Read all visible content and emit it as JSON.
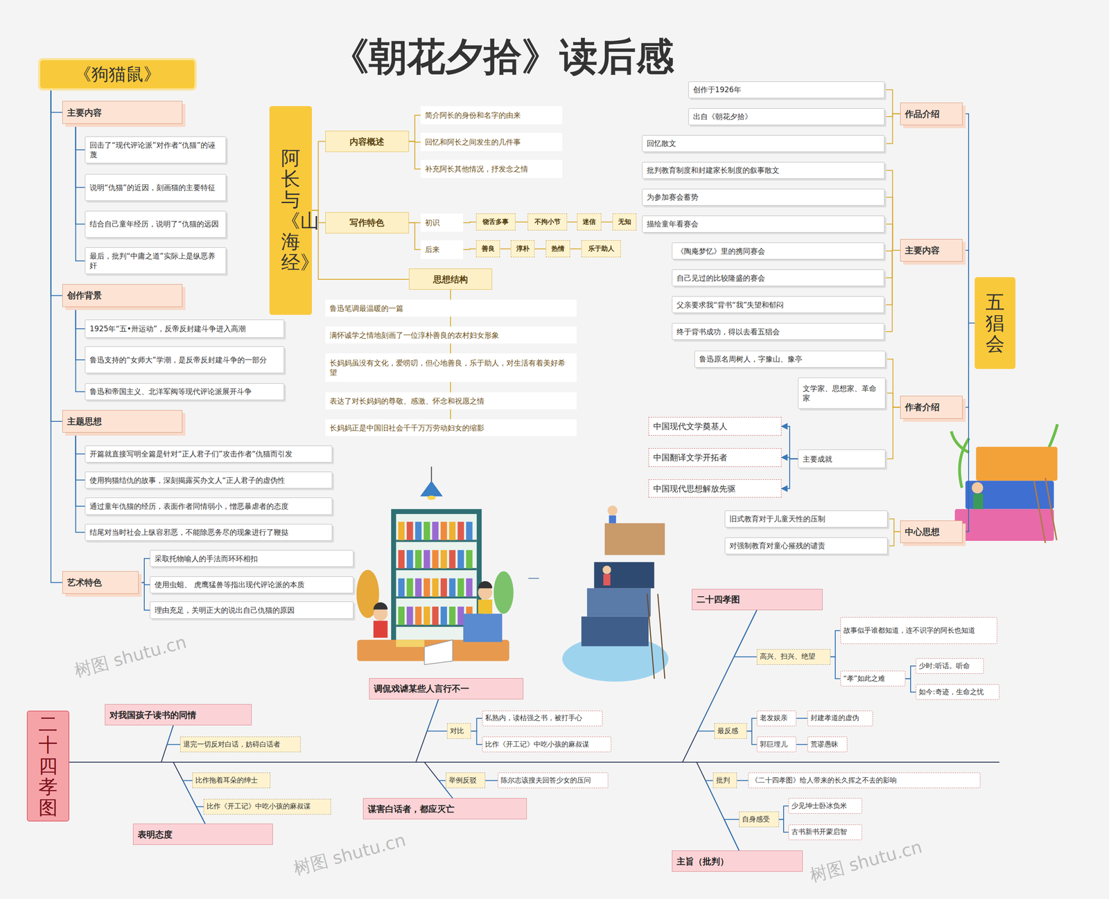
{
  "diagram": {
    "title": "《朝花夕拾》读后感",
    "nodes": [
      {
        "text": [
          "《狗猫鼠》"
        ]
      },
      {
        "text": [
          "主要内容"
        ]
      },
      {
        "text": [
          "回击了“现代评论派”对作者“仇猫”的诬蔑"
        ]
      },
      {
        "text": [
          "说明“仇猫”的近因，刻画猫的主要特征"
        ]
      },
      {
        "text": [
          "结合自己童年经历，说明了“仇猫的远因"
        ]
      },
      {
        "text": [
          "最后，批判“中庸之道”实际上是纵恶养奸"
        ]
      },
      {
        "text": [
          "创作背景"
        ]
      },
      {
        "text": [
          "1925年“五•卅运动”，反帝反封建斗争进入高潮"
        ]
      },
      {
        "text": [
          "鲁迅支持的“女师大”学潮，是反帝反封建斗争的一部分"
        ]
      },
      {
        "text": [
          "鲁迅和帝国主义、北洋军阀等现代评论派展开斗争"
        ]
      },
      {
        "text": [
          "主题思想"
        ]
      },
      {
        "text": [
          "开篇就直接写明全篇是针对“正人君子们”攻击作者“仇猫而引发"
        ]
      },
      {
        "text": [
          "使用狗猫结仇的故事，深刻揭露买办文人“正人君子的虚伪性"
        ]
      },
      {
        "text": [
          "通过童年仇猫的经历，表面作者同情弱小，憎恶暴虐者的态度"
        ]
      },
      {
        "text": [
          "结尾对当时社会上纵容邪恶，不能除恶务尽的现象进行了鞭挞"
        ]
      },
      {
        "text": [
          "艺术特色"
        ]
      },
      {
        "text": [
          "采取托物喻人的手法而环环相扣"
        ]
      },
      {
        "text": [
          "使用虫蛆、 虎鹰猛兽等指出现代评论派的本质"
        ]
      },
      {
        "text": [
          "理由充足，关明正大的说出自己仇猫的原因"
        ]
      },
      {
        "text": [
          "阿长与《山海经》"
        ]
      },
      {
        "text": [
          "内容概述"
        ]
      },
      {
        "text": [
          "简介阿长的身份和名字的由来"
        ]
      },
      {
        "text": [
          "回忆和阿长之间发生的几件事"
        ]
      },
      {
        "text": [
          "补充阿长其他情况，抒发念之情"
        ]
      },
      {
        "text": [
          "写作特色"
        ]
      },
      {
        "text": [
          "初识"
        ]
      },
      {
        "text": [
          "饶舌多事"
        ]
      },
      {
        "text": [
          "不拘小节"
        ]
      },
      {
        "text": [
          "迷信"
        ]
      },
      {
        "text": [
          "无知"
        ]
      },
      {
        "text": [
          "后来"
        ]
      },
      {
        "text": [
          "善良"
        ]
      },
      {
        "text": [
          "淳朴"
        ]
      },
      {
        "text": [
          "热情"
        ]
      },
      {
        "text": [
          "乐于助人"
        ]
      },
      {
        "text": [
          "思想结构"
        ]
      },
      {
        "text": [
          "鲁迅笔调最温暖的一篇"
        ]
      },
      {
        "text": [
          "满怀诚学之情地刻画了一位淳朴善良的农村妇女形象"
        ]
      },
      {
        "text": [
          "长妈妈虽没有文化，爱唠叨，但心地善良，乐于助人，对生活有着美好希望"
        ]
      },
      {
        "text": [
          "表达了对长妈妈的尊敬、感激、怀念和祝愿之情"
        ]
      },
      {
        "text": [
          "长妈妈正是中国旧社会千千万万劳动妇女的缩影"
        ]
      },
      {
        "text": [
          "五猖会"
        ]
      },
      {
        "text": [
          "作品介绍"
        ]
      },
      {
        "text": [
          "创作于1926年"
        ]
      },
      {
        "text": [
          "出自《朝花夕拾》"
        ]
      },
      {
        "text": [
          "回忆散文"
        ]
      },
      {
        "text": [
          "主要内容"
        ]
      },
      {
        "text": [
          "批判教育制度和封建家长制度的叙事散文"
        ]
      },
      {
        "text": [
          "为参加赛会蓄势"
        ]
      },
      {
        "text": [
          "描绘童年看赛会"
        ]
      },
      {
        "text": [
          "《陶庵梦忆》里的携同赛会"
        ]
      },
      {
        "text": [
          "自己见过的比较隆盛的赛会"
        ]
      },
      {
        "text": [
          "父亲要求我“背书“我”失望和郁闷"
        ]
      },
      {
        "text": [
          "终于背书成功，得以去看五猖会"
        ]
      },
      {
        "text": [
          "作者介绍"
        ]
      },
      {
        "text": [
          "鲁迅原名周树人，字豫山、豫亭"
        ]
      },
      {
        "text": [
          "文学家、思想家、革命家"
        ]
      },
      {
        "text": [
          "主要成就"
        ]
      },
      {
        "text": [
          "中国现代文学奠基人"
        ]
      },
      {
        "text": [
          "中国翻译文学开拓者"
        ]
      },
      {
        "text": [
          "中国现代思想解放先驱"
        ]
      },
      {
        "text": [
          "中心思想"
        ]
      },
      {
        "text": [
          "旧式教育对于儿童天性的压制"
        ]
      },
      {
        "text": [
          "对强制教育对童心摧残的谴责"
        ]
      },
      {
        "text": [
          "二十四孝图"
        ]
      },
      {
        "text": [
          "对我国孩子读书的同情"
        ]
      },
      {
        "text": [
          "退完一切反对白话，妨碍白话者"
        ]
      },
      {
        "text": [
          "比作拖着耳朵的绅士"
        ]
      },
      {
        "text": [
          "比作《开工记》中吃小孩的麻叔谋"
        ]
      },
      {
        "text": [
          "表明态度"
        ]
      },
      {
        "text": [
          "调侃戏谑某些人言行不一"
        ]
      },
      {
        "text": [
          "对比"
        ]
      },
      {
        "text": [
          "私熟内，读枯强之书，被打手心"
        ]
      },
      {
        "text": [
          "比作《开工记》中吃小孩的麻叔谋"
        ]
      },
      {
        "text": [
          "举例反驳"
        ]
      },
      {
        "text": [
          "陈尔志该搜夫回答少女的压问"
        ]
      },
      {
        "text": [
          "谋害白话者，都应灭亡"
        ]
      },
      {
        "text": [
          "二十四孝图"
        ]
      },
      {
        "text": [
          "高兴、扫兴、绝望"
        ]
      },
      {
        "text": [
          "故事似乎谁都知道，连不识字的阿长也知道"
        ]
      },
      {
        "text": [
          "“孝”如此之难"
        ]
      },
      {
        "text": [
          "少时:听话。听命"
        ]
      },
      {
        "text": [
          "如今:奇迹，生命之忧"
        ]
      },
      {
        "text": [
          "最反感"
        ]
      },
      {
        "text": [
          "老发娱亲"
        ]
      },
      {
        "text": [
          "封建孝道的虚伪"
        ]
      },
      {
        "text": [
          "郭巨埋儿"
        ]
      },
      {
        "text": [
          "荒谬愚昧"
        ]
      },
      {
        "text": [
          "批判"
        ]
      },
      {
        "text": [
          "《二十四孝图》给人带来的长久挥之不去的影响"
        ]
      },
      {
        "text": [
          "自身感受"
        ]
      },
      {
        "text": [
          "少见坤士卧冰负米"
        ]
      },
      {
        "text": [
          "古书新书开蒙启智"
        ]
      },
      {
        "text": [
          "主旨（批判）"
        ]
      }
    ],
    "edges": [
      {
        "from": 0,
        "to": 1,
        "arrow": "none"
      },
      {
        "from": 0,
        "to": 6,
        "arrow": "none"
      },
      {
        "from": 0,
        "to": 10,
        "arrow": "none"
      },
      {
        "from": 0,
        "to": 15,
        "arrow": "none"
      },
      {
        "from": 1,
        "to": 2,
        "arrow": "none"
      },
      {
        "from": 1,
        "to": 3,
        "arrow": "none"
      },
      {
        "from": 1,
        "to": 4,
        "arrow": "none"
      },
      {
        "from": 1,
        "to": 5,
        "arrow": "none"
      },
      {
        "from": 6,
        "to": 7,
        "arrow": "none"
      },
      {
        "from": 6,
        "to": 8,
        "arrow": "none"
      },
      {
        "from": 6,
        "to": 9,
        "arrow": "none"
      },
      {
        "from": 10,
        "to": 11,
        "arrow": "none"
      },
      {
        "from": 10,
        "to": 12,
        "arrow": "none"
      },
      {
        "from": 10,
        "to": 13,
        "arrow": "none"
      },
      {
        "from": 10,
        "to": 14,
        "arrow": "none"
      },
      {
        "from": 15,
        "to": 16,
        "arrow": "none"
      },
      {
        "from": 15,
        "to": 17,
        "arrow": "none"
      },
      {
        "from": 15,
        "to": 18,
        "arrow": "none"
      },
      {
        "from": 19,
        "to": 20,
        "arrow": "none"
      },
      {
        "from": 19,
        "to": 24,
        "arrow": "none"
      },
      {
        "from": 19,
        "to": 35,
        "arrow": "none"
      },
      {
        "from": 20,
        "to": 21,
        "arrow": "none"
      },
      {
        "from": 20,
        "to": 22,
        "arrow": "none"
      },
      {
        "from": 20,
        "to": 23,
        "arrow": "none"
      },
      {
        "from": 24,
        "to": 25,
        "arrow": "none"
      },
      {
        "from": 24,
        "to": 30,
        "arrow": "none"
      },
      {
        "from": 25,
        "to": 26,
        "arrow": "none"
      },
      {
        "from": 26,
        "to": 27,
        "arrow": "none"
      },
      {
        "from": 27,
        "to": 28,
        "arrow": "none"
      },
      {
        "from": 28,
        "to": 29,
        "arrow": "none"
      },
      {
        "from": 30,
        "to": 31,
        "arrow": "none"
      },
      {
        "from": 31,
        "to": 32,
        "arrow": "none"
      },
      {
        "from": 32,
        "to": 33,
        "arrow": "none"
      },
      {
        "from": 33,
        "to": 34,
        "arrow": "none"
      },
      {
        "from": 35,
        "to": 36,
        "arrow": "none"
      },
      {
        "from": 35,
        "to": 37,
        "arrow": "none"
      },
      {
        "from": 35,
        "to": 38,
        "arrow": "none"
      },
      {
        "from": 35,
        "to": 39,
        "arrow": "none"
      },
      {
        "from": 35,
        "to": 40,
        "arrow": "none"
      },
      {
        "from": 41,
        "to": 42,
        "arrow": "none"
      },
      {
        "from": 41,
        "to": 46,
        "arrow": "none"
      },
      {
        "from": 41,
        "to": 54,
        "arrow": "none"
      },
      {
        "from": 41,
        "to": 61,
        "arrow": "none"
      },
      {
        "from": 42,
        "to": 43,
        "arrow": "none"
      },
      {
        "from": 42,
        "to": 44,
        "arrow": "none"
      },
      {
        "from": 42,
        "to": 45,
        "arrow": "none"
      },
      {
        "from": 46,
        "to": 47,
        "arrow": "none"
      },
      {
        "from": 46,
        "to": 48,
        "arrow": "none"
      },
      {
        "from": 46,
        "to": 49,
        "arrow": "none"
      },
      {
        "from": 46,
        "to": 50,
        "arrow": "none"
      },
      {
        "from": 46,
        "to": 51,
        "arrow": "none"
      },
      {
        "from": 46,
        "to": 52,
        "arrow": "none"
      },
      {
        "from": 46,
        "to": 53,
        "arrow": "none"
      },
      {
        "from": 54,
        "to": 55,
        "arrow": "none"
      },
      {
        "from": 54,
        "to": 56,
        "arrow": "none"
      },
      {
        "from": 54,
        "to": 57,
        "arrow": "none"
      },
      {
        "from": 57,
        "to": 58,
        "arrow": "to"
      },
      {
        "from": 57,
        "to": 59,
        "arrow": "to"
      },
      {
        "from": 57,
        "to": 60,
        "arrow": "to"
      },
      {
        "from": 61,
        "to": 62,
        "arrow": "none"
      },
      {
        "from": 61,
        "to": 63,
        "arrow": "none"
      },
      {
        "from": 64,
        "to": 65,
        "arrow": "none"
      },
      {
        "from": 64,
        "to": 69,
        "arrow": "none"
      },
      {
        "from": 64,
        "to": 70,
        "arrow": "none"
      },
      {
        "from": 64,
        "to": 76,
        "arrow": "none"
      },
      {
        "from": 64,
        "to": 77,
        "arrow": "none"
      },
      {
        "from": 64,
        "to": 93,
        "arrow": "none"
      },
      {
        "from": 65,
        "to": 66,
        "arrow": "none"
      },
      {
        "from": 69,
        "to": 67,
        "arrow": "none"
      },
      {
        "from": 69,
        "to": 68,
        "arrow": "none"
      },
      {
        "from": 70,
        "to": 71,
        "arrow": "none"
      },
      {
        "from": 71,
        "to": 72,
        "arrow": "none"
      },
      {
        "from": 71,
        "to": 73,
        "arrow": "none"
      },
      {
        "from": 76,
        "to": 74,
        "arrow": "none"
      },
      {
        "from": 74,
        "to": 75,
        "arrow": "none"
      },
      {
        "from": 77,
        "to": 78,
        "arrow": "none"
      },
      {
        "from": 78,
        "to": 79,
        "arrow": "none"
      },
      {
        "from": 78,
        "to": 80,
        "arrow": "none"
      },
      {
        "from": 80,
        "to": 81,
        "arrow": "none"
      },
      {
        "from": 80,
        "to": 82,
        "arrow": "none"
      },
      {
        "from": 77,
        "to": 83,
        "arrow": "none"
      },
      {
        "from": 83,
        "to": 84,
        "arrow": "none"
      },
      {
        "from": 84,
        "to": 85,
        "arrow": "none"
      },
      {
        "from": 83,
        "to": 86,
        "arrow": "none"
      },
      {
        "from": 86,
        "to": 87,
        "arrow": "none"
      },
      {
        "from": 93,
        "to": 88,
        "arrow": "none"
      },
      {
        "from": 88,
        "to": 89,
        "arrow": "none"
      },
      {
        "from": 93,
        "to": 90,
        "arrow": "none"
      },
      {
        "from": 90,
        "to": 91,
        "arrow": "none"
      },
      {
        "from": 90,
        "to": 92,
        "arrow": "none"
      }
    ],
    "labels": [
      "树图 shutu.cn",
      "树图 shutu.cn",
      "树图 shutu.cn"
    ]
  }
}
